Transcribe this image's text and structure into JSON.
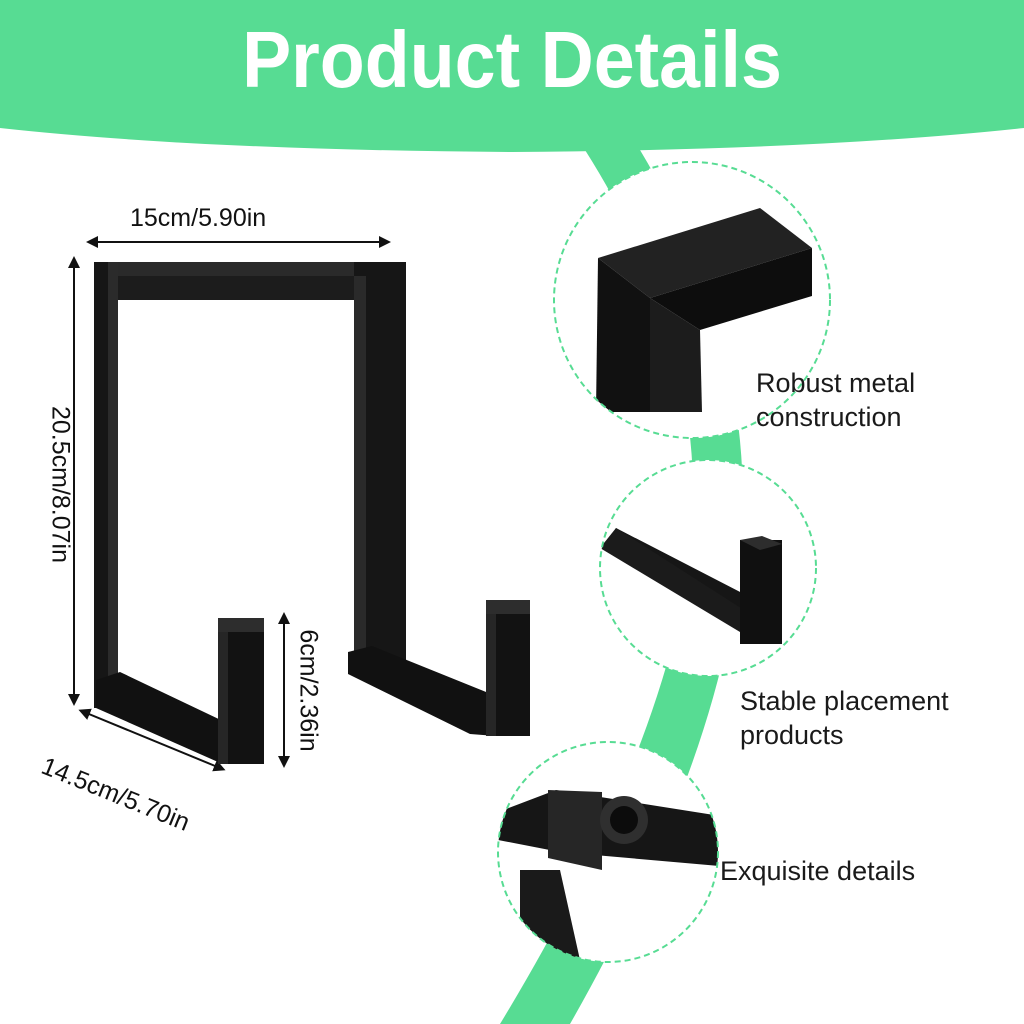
{
  "header": {
    "title": "Product Details"
  },
  "dimensions": {
    "width": "15cm/5.90in",
    "height": "20.5cm/8.07in",
    "depth": "14.5cm/5.70in",
    "hook_height": "6cm/2.36in"
  },
  "features": [
    {
      "line1": "Robust metal",
      "line2": "construction"
    },
    {
      "line1": "Stable placement",
      "line2": "products"
    },
    {
      "line1": "Exquisite details",
      "line2": ""
    }
  ],
  "colors": {
    "accent": "#57dc93",
    "metal": "#141414",
    "background": "#ffffff"
  }
}
